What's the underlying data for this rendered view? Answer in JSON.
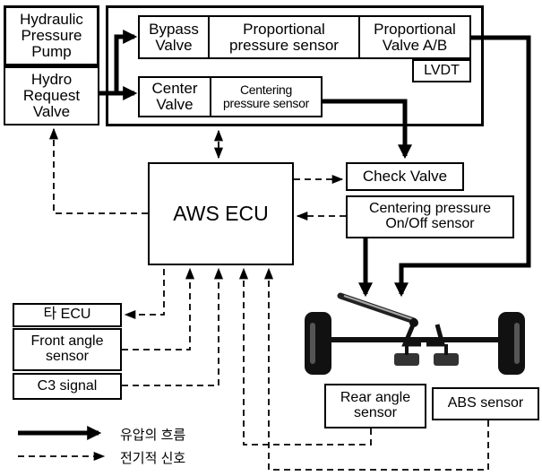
{
  "components": {
    "hydraulic_pump": "Hydraulic\nPressure\nPump",
    "hydro_request_valve": "Hydro\nRequest\nValve",
    "bypass_valve": "Bypass\nValve",
    "proportional_pressure_sensor": "Proportional\npressure sensor",
    "proportional_valve_ab": "Proportional\nValve A/B",
    "lvdt": "LVDT",
    "center_valve": "Center\nValve",
    "centering_pressure_sensor": "Centering\npressure sensor",
    "aws_ecu": "AWS ECU",
    "check_valve": "Check Valve",
    "centering_onoff_sensor": "Centering pressure\nOn/Off sensor",
    "other_ecu": "타 ECU",
    "front_angle_sensor": "Front angle\nsensor",
    "c3_signal": "C3 signal",
    "rear_angle_sensor": "Rear angle\nsensor",
    "abs_sensor": "ABS sensor"
  },
  "legend": {
    "hydraulic_flow": "유압의 흐름",
    "electrical_signal": "전기적 신호"
  }
}
